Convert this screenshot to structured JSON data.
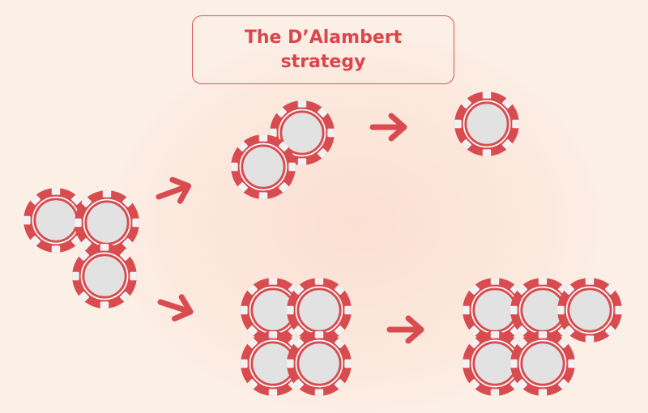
{
  "title": "The D’Alambert strategy",
  "colors": {
    "chip_red": "#d84c4f",
    "chip_face": "#e2e2e2",
    "chip_stripe": "#f2f2f2",
    "arrow": "#d84c4f",
    "title_text": "#d9464c"
  },
  "diagram": {
    "start_stack_chip_count": 3,
    "loss_path": {
      "after_step_1_chip_count": 2,
      "after_step_2_chip_count": 1
    },
    "win_path": {
      "after_step_1_chip_count": 4,
      "after_step_2_chip_count": 5
    }
  }
}
